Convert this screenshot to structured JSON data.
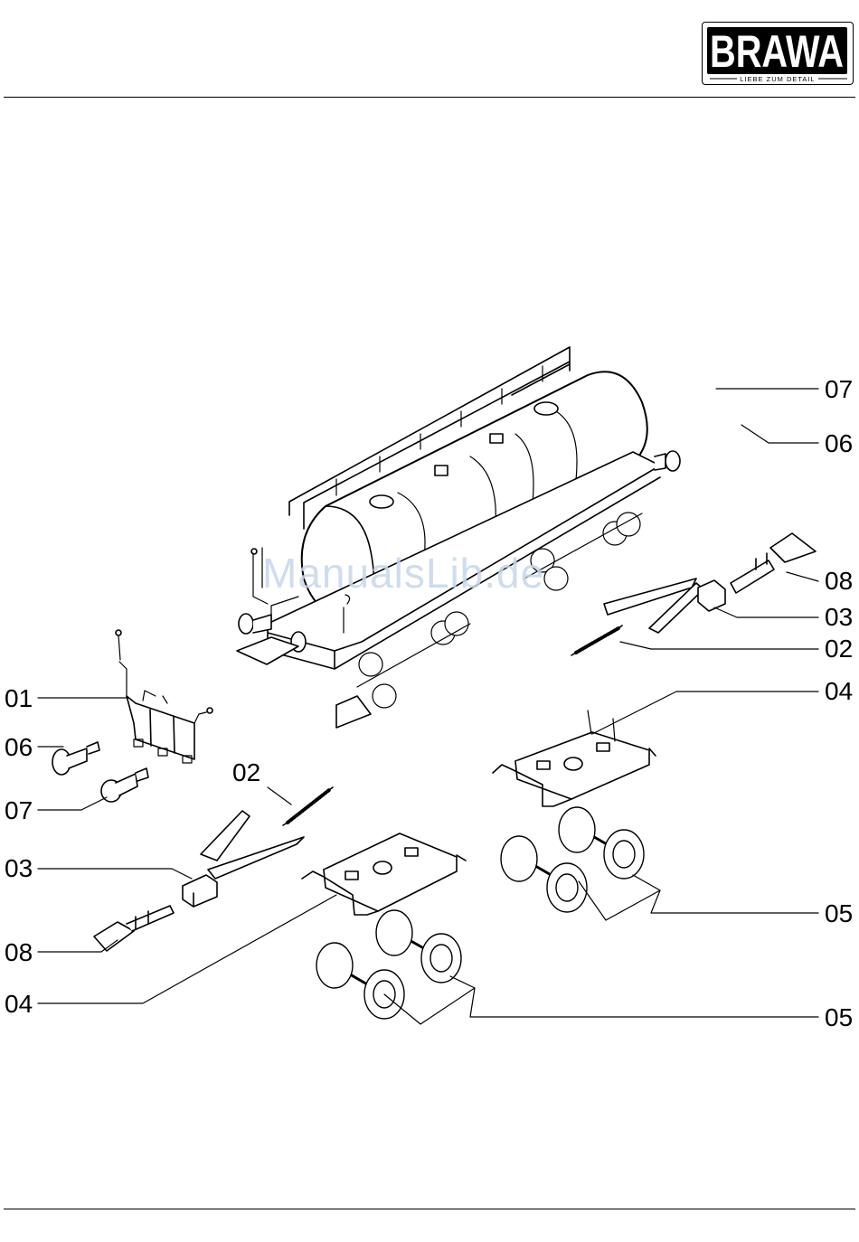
{
  "brand": {
    "name": "BRAWA",
    "tagline": "LIEBE ZUM DETAIL"
  },
  "watermark": "ManualsLib.de",
  "callouts": [
    {
      "id": "c-07-top",
      "label": "07"
    },
    {
      "id": "c-06-top",
      "label": "06"
    },
    {
      "id": "c-08-right",
      "label": "08"
    },
    {
      "id": "c-03-right",
      "label": "03"
    },
    {
      "id": "c-02-right",
      "label": "02"
    },
    {
      "id": "c-04-right",
      "label": "04"
    },
    {
      "id": "c-01-left",
      "label": "01"
    },
    {
      "id": "c-06-left",
      "label": "06"
    },
    {
      "id": "c-07-left",
      "label": "07"
    },
    {
      "id": "c-02-mid",
      "label": "02"
    },
    {
      "id": "c-03-left",
      "label": "03"
    },
    {
      "id": "c-08-left",
      "label": "08"
    },
    {
      "id": "c-04-left",
      "label": "04"
    },
    {
      "id": "c-05-upper",
      "label": "05"
    },
    {
      "id": "c-05-lower",
      "label": "05"
    }
  ]
}
